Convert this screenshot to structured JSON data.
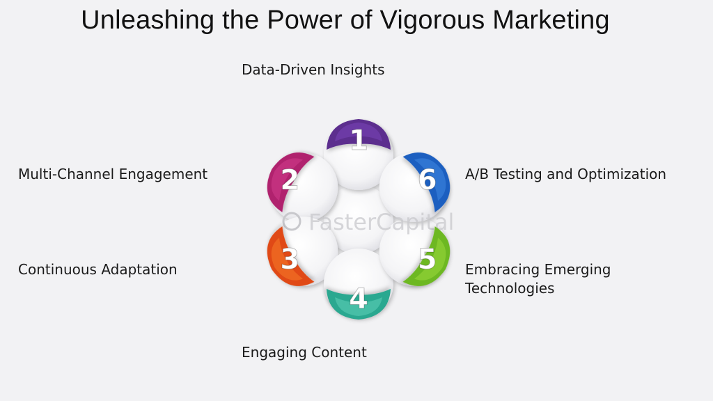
{
  "title": "Unleashing the Power of Vigorous Marketing",
  "watermark": "FasterCapital",
  "items": [
    {
      "number": "1",
      "label": "Data-Driven Insights",
      "color": "#5b2d8e",
      "color_light": "#7a45b8"
    },
    {
      "number": "2",
      "label": "Multi-Channel Engagement",
      "color": "#b0206e",
      "color_light": "#d23c8c"
    },
    {
      "number": "3",
      "label": "Continuous Adaptation",
      "color": "#e04a12",
      "color_light": "#f57a2a"
    },
    {
      "number": "4",
      "label": "Engaging Content",
      "color": "#2aa890",
      "color_light": "#5fd0b8"
    },
    {
      "number": "5",
      "label": "Embracing Emerging\nTechnologies",
      "color": "#6db820",
      "color_light": "#9bd83c"
    },
    {
      "number": "6",
      "label": "A/B Testing and Optimization",
      "color": "#1f5fc0",
      "color_light": "#3f86e0"
    }
  ]
}
